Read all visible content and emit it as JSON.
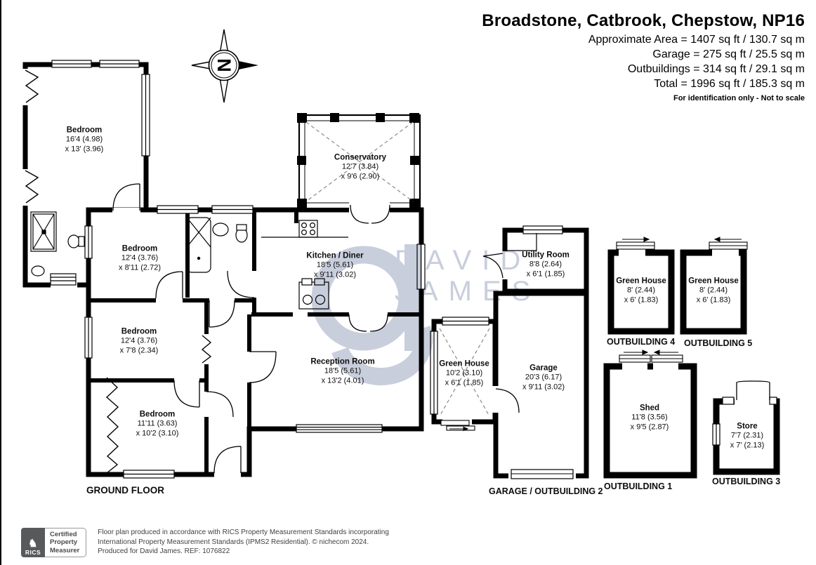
{
  "header": {
    "title": "Broadstone, Catbrook, Chepstow, NP16",
    "area_line1": "Approximate Area = 1407 sq ft / 130.7 sq m",
    "area_line2": "Garage = 275 sq ft / 25.5 sq m",
    "area_line3": "Outbuildings = 314 sq ft / 29.1 sq m",
    "area_line4": "Total = 1996 sq ft / 185.3 sq m",
    "disclaimer": "For identification only - Not to scale"
  },
  "compass": {
    "letter": "N"
  },
  "watermark": {
    "line1": "DAVID",
    "line2": "JAMES"
  },
  "rooms": [
    {
      "name": "Bedroom",
      "dim1": "16'4 (4.98)",
      "dim2": "x 13' (3.96)"
    },
    {
      "name": "Conservatory",
      "dim1": "12'7 (3.84)",
      "dim2": "x 9'6 (2.90)"
    },
    {
      "name": "Bedroom",
      "dim1": "12'4 (3.76)",
      "dim2": "x 8'11 (2.72)"
    },
    {
      "name": "Kitchen / Diner",
      "dim1": "18'5 (5.61)",
      "dim2": "x 9'11 (3.02)"
    },
    {
      "name": "Bedroom",
      "dim1": "12'4 (3.76)",
      "dim2": "x 7'8 (2.34)"
    },
    {
      "name": "Reception Room",
      "dim1": "18'5 (5.61)",
      "dim2": "x 13'2 (4.01)"
    },
    {
      "name": "Bedroom",
      "dim1": "11'11 (3.63)",
      "dim2": "x 10'2 (3.10)"
    },
    {
      "name": "Utility Room",
      "dim1": "8'8 (2.64)",
      "dim2": "x 6'1 (1.85)"
    },
    {
      "name": "Green House",
      "dim1": "10'2 (3.10)",
      "dim2": "x 6'1 (1.85)"
    },
    {
      "name": "Garage",
      "dim1": "20'3 (6.17)",
      "dim2": "x 9'11 (3.02)"
    },
    {
      "name": "Green House",
      "dim1": "8' (2.44)",
      "dim2": "x 6' (1.83)"
    },
    {
      "name": "Green House",
      "dim1": "8' (2.44)",
      "dim2": "x 6' (1.83)"
    },
    {
      "name": "Shed",
      "dim1": "11'8 (3.56)",
      "dim2": "x 9'5 (2.87)"
    },
    {
      "name": "Store",
      "dim1": "7'7 (2.31)",
      "dim2": "x 7' (2.13)"
    }
  ],
  "captions": {
    "ground_floor": "GROUND FLOOR",
    "garage_outbuilding2": "GARAGE / OUTBUILDING 2",
    "outbuilding1": "OUTBUILDING 1",
    "outbuilding3": "OUTBUILDING 3",
    "outbuilding4": "OUTBUILDING 4",
    "outbuilding5": "OUTBUILDING 5"
  },
  "footer": {
    "rics": "RICS",
    "cert_line1": "Certified",
    "cert_line2": "Property",
    "cert_line3": "Measurer",
    "line1": "Floor plan produced in accordance with RICS Property Measurement Standards incorporating",
    "line2": "International Property Measurement Standards (IPMS2 Residential).   © nichecom 2024.",
    "line3": "Produced for David James.   REF:  1076822"
  },
  "colors": {
    "wall": "#000000",
    "watermark": "#9aa5bf",
    "rics_box": "#58595b"
  }
}
